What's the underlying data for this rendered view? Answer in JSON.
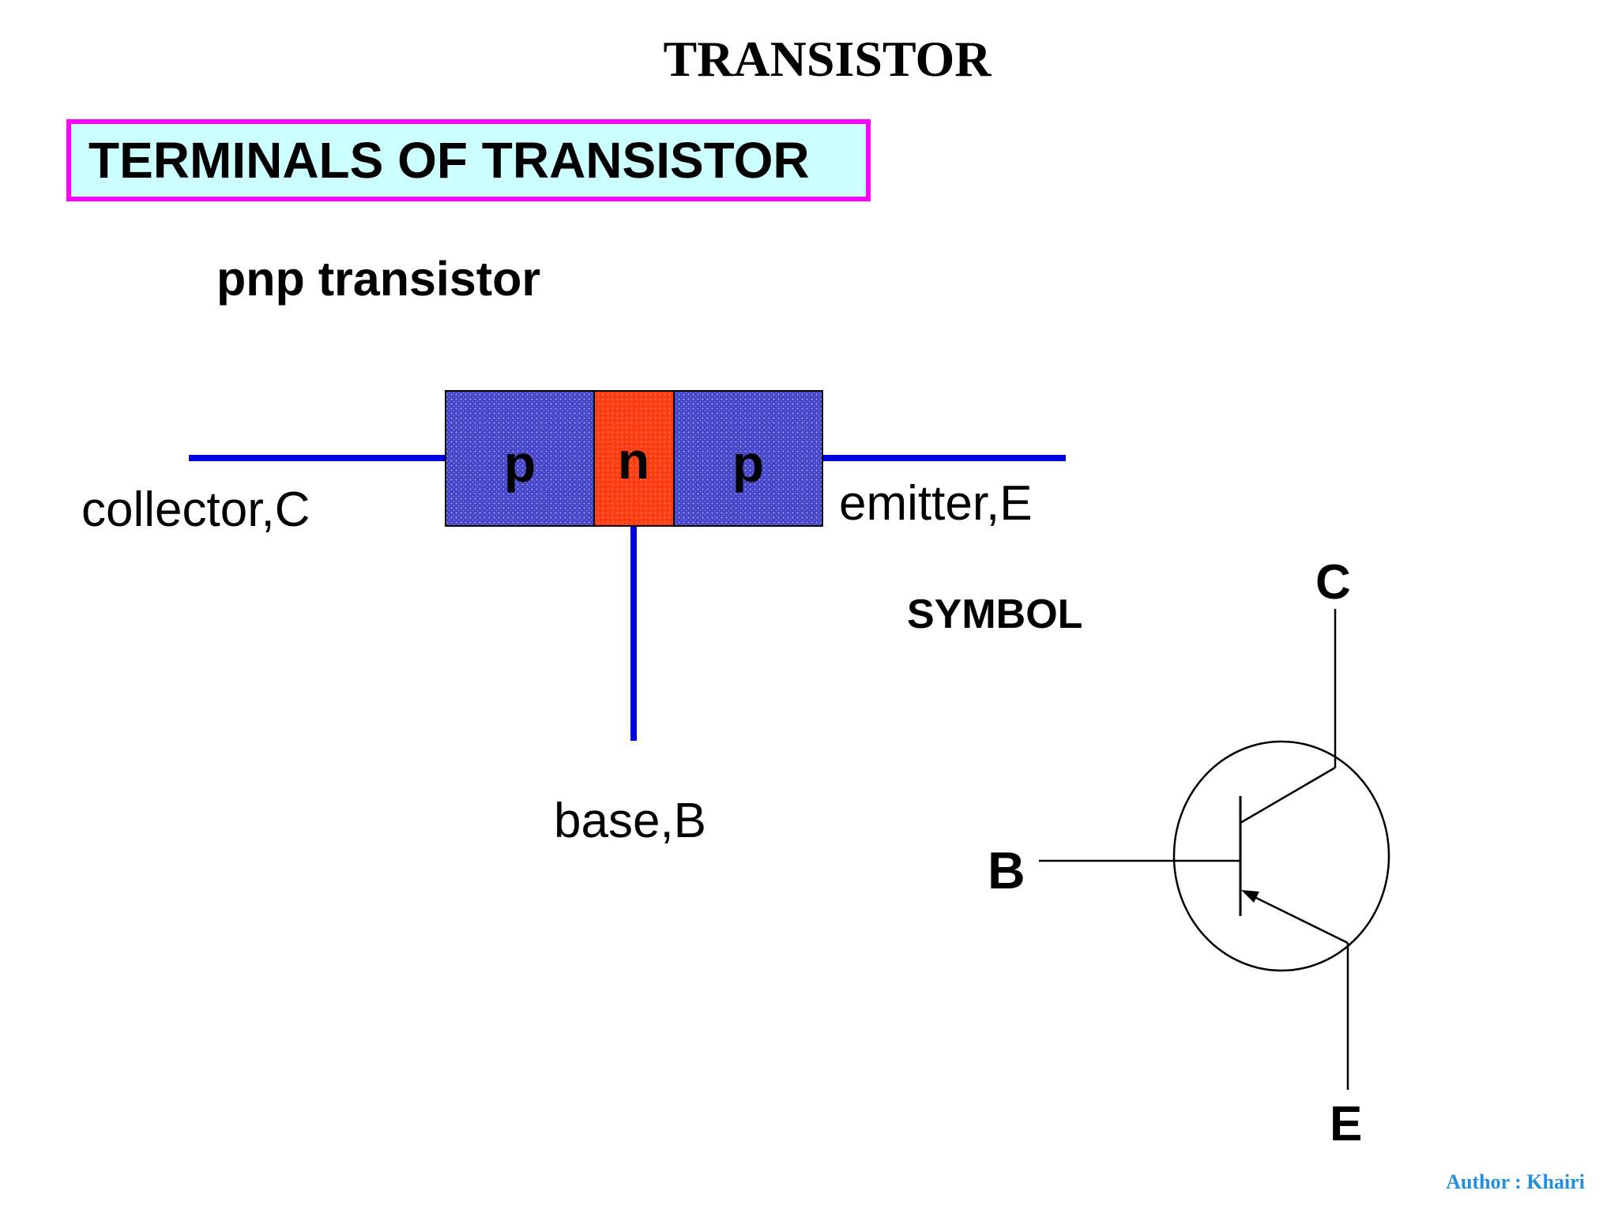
{
  "slide": {
    "title": "TRANSISTOR",
    "section_heading": "TERMINALS OF TRANSISTOR",
    "subtitle": "pnp transistor",
    "author": "Author : Khairi"
  },
  "structure": {
    "layers": [
      {
        "letter": "p",
        "color": "#4646c8"
      },
      {
        "letter": "n",
        "color": "#ff3e14"
      },
      {
        "letter": "p",
        "color": "#4646c8"
      }
    ],
    "lead_color": "#0000dd",
    "labels": {
      "collector": "collector,C",
      "emitter": "emitter,E",
      "base": "base,B"
    }
  },
  "symbol": {
    "heading": "SYMBOL",
    "collector": "C",
    "base": "B",
    "emitter": "E"
  }
}
